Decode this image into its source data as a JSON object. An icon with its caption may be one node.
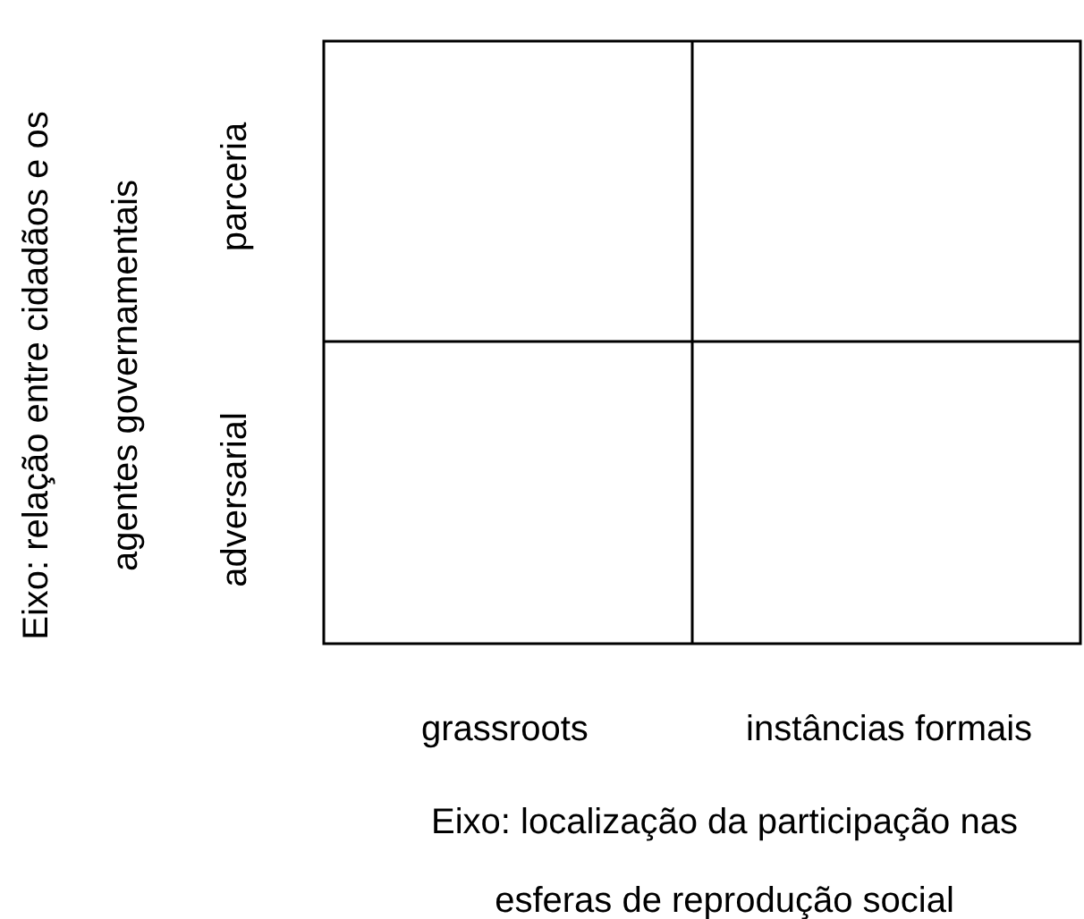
{
  "diagram": {
    "labels": [
      "Eixo: relação entre cidadãos e os agentes governamentais",
      "parceria",
      "adversarial",
      "grassroots",
      "instâncias formais",
      "Eixo: localização da participação nas esferas de reprodução social"
    ]
  }
}
